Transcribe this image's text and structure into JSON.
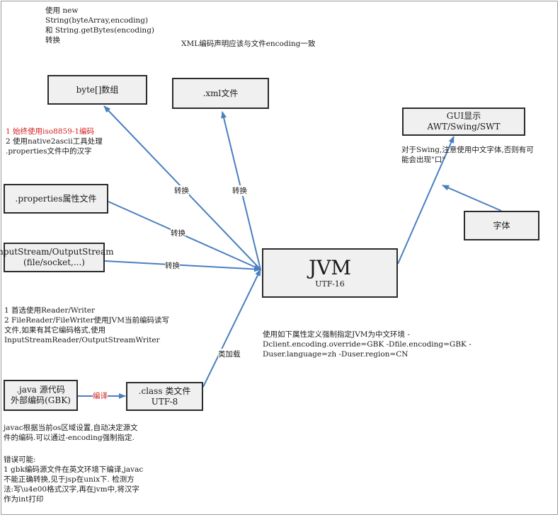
{
  "notes": {
    "top_left": [
      "使用 new",
      "String(byteArray,encoding)",
      "和  String.getBytes(encoding)",
      "转换"
    ],
    "xml_header": "XML编码声明应该与文件encoding一致",
    "properties_red": "1 始终使用iso8859-1编码",
    "properties_black": [
      "2 使用native2ascii工具处理",
      ".properties文件中的汉字"
    ],
    "reader_writer": [
      "1 首选使用Reader/Writer",
      "2 FileReader/FileWriter使用JVM当前编码读写",
      "文件,如果有其它编码格式,使用",
      "InputStreamReader/OutputStreamWriter"
    ],
    "jvm_props": [
      "使用如下属性定义强制指定JVM为中文环境 -",
      "Dclient.encoding.override=GBK -Dfile.encoding=GBK -",
      "Duser.language=zh -Duser.region=CN"
    ],
    "swing": [
      "对于Swing,注意使用中文字体,否则有可",
      "能会出现\"口\""
    ],
    "javac": [
      "javac根据当前os区域设置,自动决定源文",
      "件的编码.可以通过-encoding强制指定."
    ],
    "errors": [
      "错误可能:",
      "1 gbk编码源文件在英文环境下编译,javac",
      "不能正确转换,见于jsp在unix下. 检测方",
      "法:写\\u4e00格式汉字,再在jvm中,将汉字",
      "作为int打印"
    ]
  },
  "boxes": {
    "byte_array": [
      "byte[]数组"
    ],
    "xml_file": [
      ".xml文件"
    ],
    "gui": [
      "GUI显示",
      "AWT/Swing/SWT"
    ],
    "properties": [
      ".properties属性文件"
    ],
    "stream": [
      "InputStream/OutputStream",
      "(file/socket,...)"
    ],
    "font": [
      "字体"
    ],
    "jvm_title": "JVM",
    "jvm_sub": "UTF-16",
    "java_src": [
      ".java 源代码",
      "外部编码(GBK)"
    ],
    "class_file": [
      ".class 类文件",
      "UTF-8"
    ]
  },
  "edge_labels": {
    "to_byte": "转换",
    "to_xml": "转换",
    "properties": "转换",
    "stream": "转换",
    "class_load": "类加载",
    "compile": "编译"
  },
  "colors": {
    "arrow": "#4a7fc0",
    "box_fill": "#f0f0f0",
    "red_text": "#d42020"
  }
}
